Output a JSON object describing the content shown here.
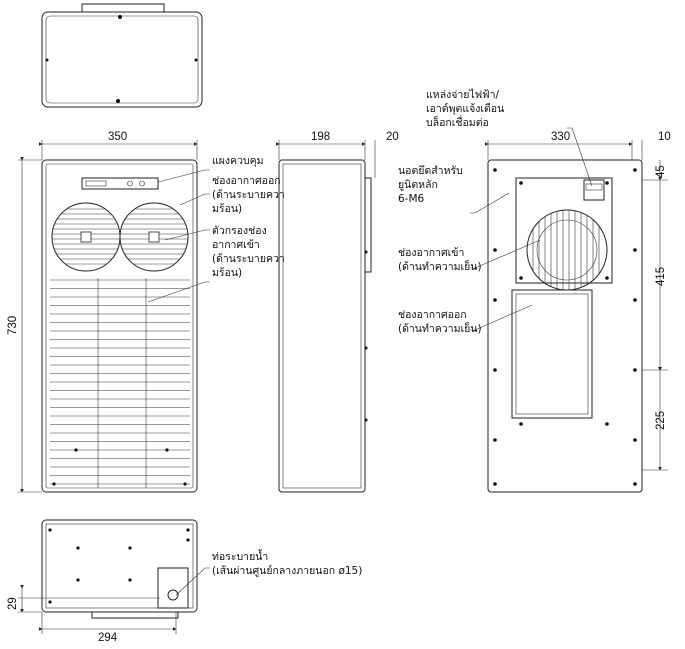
{
  "dimensions": {
    "front_width": "350",
    "front_height": "730",
    "side_depth": "198",
    "side_protrusion": "20",
    "rear_width": "330",
    "rear_margin": "10",
    "rear_top": "45",
    "rear_mid": "415",
    "rear_bottom": "225",
    "bottom_width": "294",
    "bottom_height": "29"
  },
  "labels": {
    "control_panel": "แผงควบคุม",
    "hot_outlet": [
      "ช่องอากาศออก",
      "(ด้านระบายควา",
      "มร้อน)"
    ],
    "hot_filter": [
      "ตัวกรองช่อง",
      "อากาศเข้า",
      "(ด้านระบายควา",
      "มร้อน)"
    ],
    "power_terminal": [
      "แหล่งจ่ายไฟฟ้า/",
      "เอาต์พุตแจ้งเตือน",
      "บล็อกเชื่อมต่อ"
    ],
    "mounting_stud": [
      "นอตยึดสำหรับ",
      "ยูนิตหลัก",
      "6-M6"
    ],
    "cold_inlet": [
      "ช่องอากาศเข้า",
      "(ด้านทำความเย็น)"
    ],
    "cold_outlet": [
      "ช่องอากาศออก",
      "(ด้านทำความเย็น)"
    ],
    "drain": [
      "ท่อระบายน้ำ",
      "(เส้นผ่านศูนย์กลางภายนอก ø15)"
    ]
  }
}
